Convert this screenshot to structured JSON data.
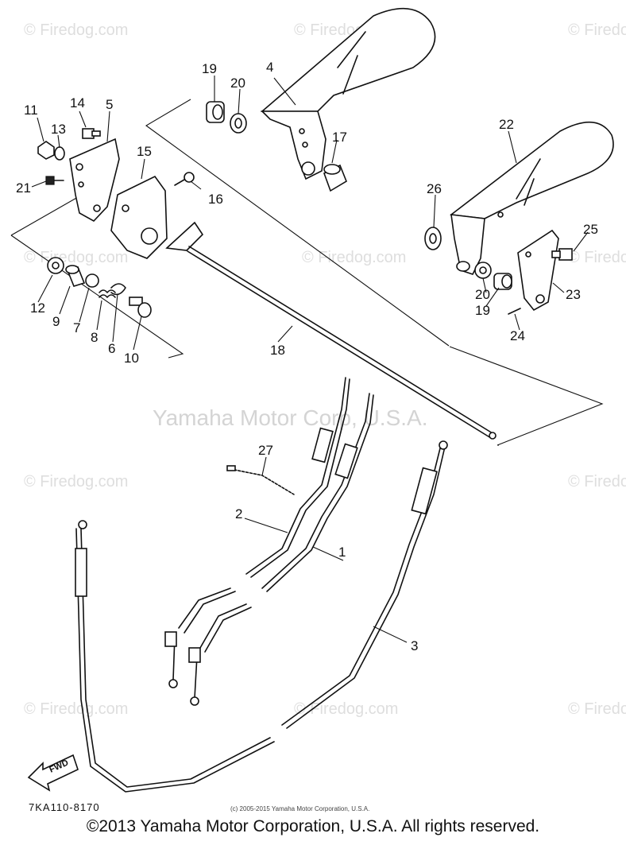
{
  "watermark": "© Firedog.com",
  "center_watermark": "Yamaha Motor Corp, U.S.A.",
  "callouts": [
    "1",
    "2",
    "3",
    "4",
    "5",
    "6",
    "7",
    "8",
    "9",
    "10",
    "11",
    "12",
    "13",
    "14",
    "15",
    "16",
    "17",
    "18",
    "19",
    "20",
    "21",
    "22",
    "23",
    "24",
    "25",
    "26",
    "27"
  ],
  "figure_code": "7KA110-8170",
  "direction_label": "FWD",
  "small_copyright": "(c) 2005-2015 Yamaha Motor Corporation, U.S.A.",
  "footer_copyright": "©2013 Yamaha Motor Corporation, U.S.A. All rights reserved."
}
